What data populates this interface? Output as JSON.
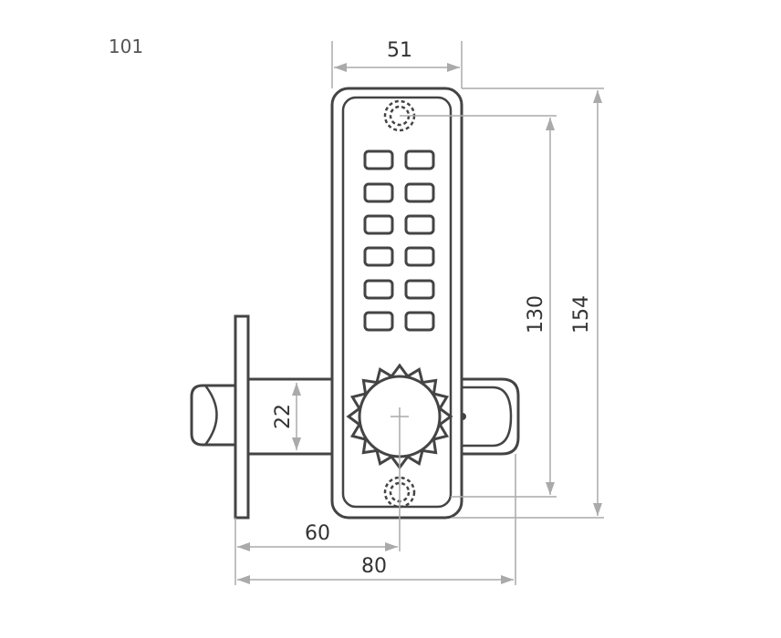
{
  "drawing": {
    "model_code": "101",
    "dimensions": {
      "plate_width": "51",
      "total_height": "154",
      "screw_spacing": "130",
      "latch_thickness": "22",
      "backset": "60",
      "total_depth": "80"
    },
    "keypad": {
      "columns": 2,
      "rows": 6
    },
    "knob_teeth": 16,
    "colors": {
      "line": "#444444",
      "dimension": "#aaaaaa"
    }
  }
}
